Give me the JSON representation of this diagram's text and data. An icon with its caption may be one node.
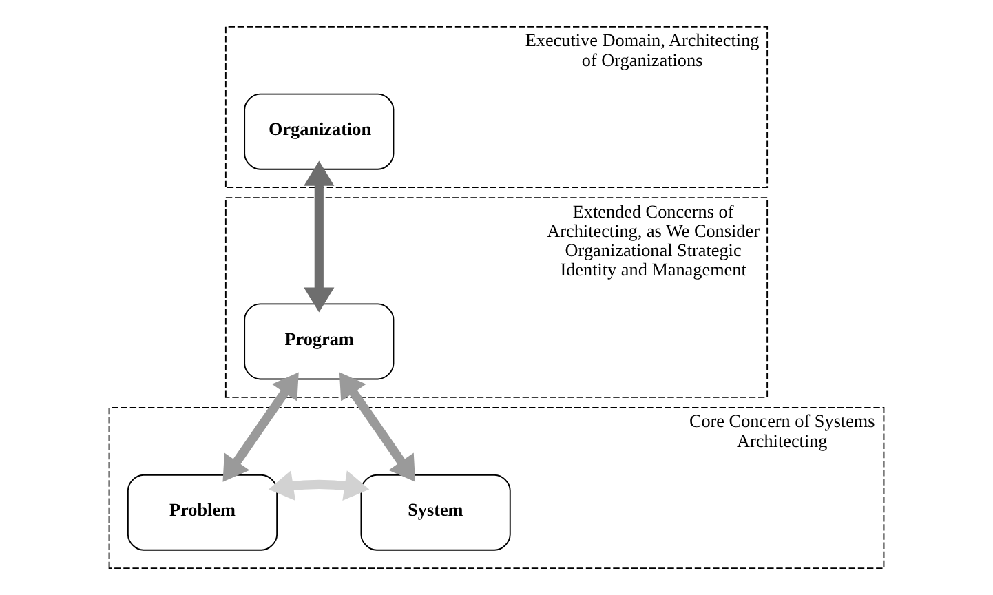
{
  "diagram": {
    "nodes": [
      {
        "text": [
          "Executive Domain, Architecting of Organizations"
        ]
      },
      {
        "text": [
          "Organization"
        ],
        "in": 0
      },
      {
        "text": [
          "Extended Concerns of Architecting, as We Consider Organizational Strategic Identity and Management"
        ]
      },
      {
        "text": [
          "Program"
        ],
        "in": 2
      },
      {
        "text": [
          "Core Concern of Systems Architecting"
        ]
      },
      {
        "text": [
          "Problem"
        ],
        "in": 4
      },
      {
        "text": [
          "System"
        ],
        "in": 4
      }
    ],
    "edges": [
      {
        "from": 1,
        "to": 3,
        "arrow": "both",
        "color": "#6e6e6e"
      },
      {
        "from": 3,
        "to": 5,
        "arrow": "both",
        "color": "#9a9a9a"
      },
      {
        "from": 3,
        "to": 6,
        "arrow": "both",
        "color": "#9a9a9a"
      },
      {
        "from": 5,
        "to": 6,
        "arrow": "both",
        "color": "#d2d2d2"
      }
    ]
  }
}
